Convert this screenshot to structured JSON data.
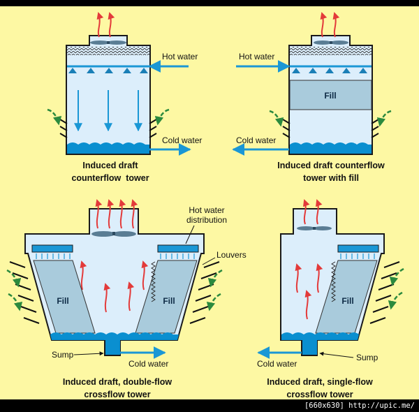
{
  "colors": {
    "background": "#fdf8a3",
    "tower_interior": "#dceefb",
    "fill_media": "#a9cbdc",
    "water_basin": "#0a8fd0",
    "flow_arrow": "#1a97d5",
    "hot_air": "#e33a3a",
    "intake_air": "#2b8a3e",
    "outline": "#1a1a1a"
  },
  "towers": [
    {
      "id": "counterflow",
      "caption_line1": "Induced draft",
      "caption_line2": "counterflow  tower",
      "hot_water": "Hot water",
      "cold_water": "Cold water"
    },
    {
      "id": "counterflow-fill",
      "caption_line1": "Induced draft counterflow",
      "caption_line2": "tower with fill",
      "hot_water": "Hot water",
      "cold_water": "Cold water",
      "fill": "Fill"
    },
    {
      "id": "double-crossflow",
      "caption_line1": "Induced draft, double-flow",
      "caption_line2": "crossflow tower",
      "hot_water_line1": "Hot water",
      "hot_water_line2": "distribution",
      "louvers": "Louvers",
      "fill_left": "Fill",
      "fill_right": "Fill",
      "sump": "Sump",
      "cold_water": "Cold water"
    },
    {
      "id": "single-crossflow",
      "caption_line1": "Induced draft, single-flow",
      "caption_line2": "crossflow tower",
      "fill": "Fill",
      "sump": "Sump",
      "cold_water": "Cold water"
    }
  ],
  "watermark": "[660x630] http://upic.me/"
}
